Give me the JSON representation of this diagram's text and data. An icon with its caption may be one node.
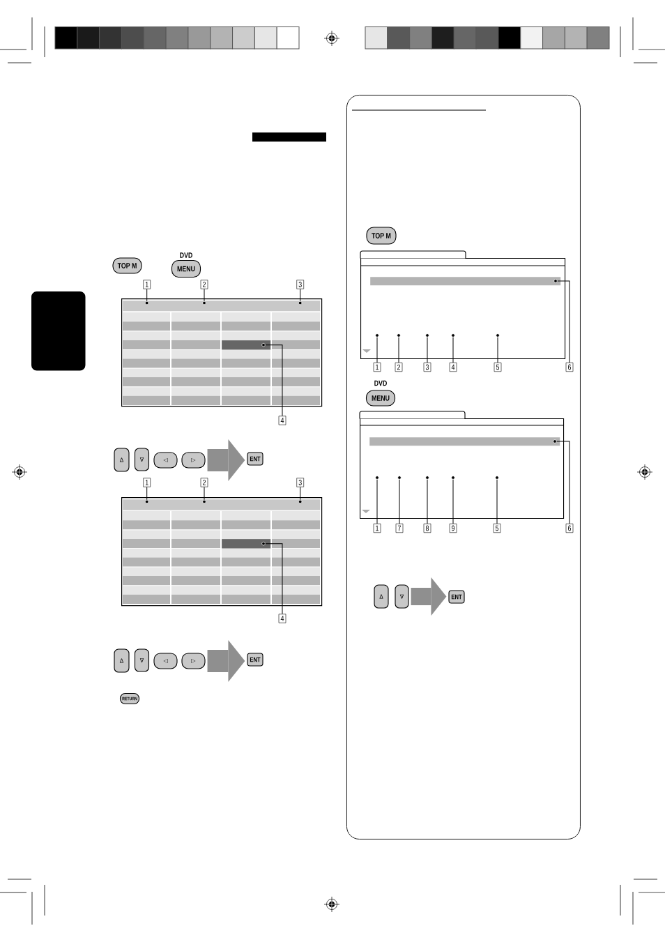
{
  "diagram": {
    "nodes": [
      {
        "text": [
          "TOP M"
        ]
      },
      {
        "text": [
          "DVD",
          "MENU"
        ]
      },
      {
        "text": [
          "1"
        ]
      },
      {
        "text": [
          "2"
        ]
      },
      {
        "text": [
          "3"
        ]
      },
      {
        "text": [],
        "shape": "box"
      },
      {
        "text": [],
        "shape": "bar",
        "in": 5
      },
      {
        "text": [],
        "shape": "bar",
        "in": 5
      },
      {
        "text": [
          "4"
        ]
      },
      {
        "text": [
          "Δ"
        ]
      },
      {
        "text": [
          "∇"
        ]
      },
      {
        "text": [
          "◁"
        ]
      },
      {
        "text": [
          "▷"
        ]
      },
      {
        "text": [
          "ENT"
        ]
      },
      {
        "text": [
          "1"
        ]
      },
      {
        "text": [
          "2"
        ]
      },
      {
        "text": [
          "3"
        ]
      },
      {
        "text": [],
        "shape": "box"
      },
      {
        "text": [],
        "shape": "bar",
        "in": 17
      },
      {
        "text": [],
        "shape": "bar",
        "in": 17
      },
      {
        "text": [
          "4"
        ]
      },
      {
        "text": [
          "Δ"
        ]
      },
      {
        "text": [
          "∇"
        ]
      },
      {
        "text": [
          "◁"
        ]
      },
      {
        "text": [
          "▷"
        ]
      },
      {
        "text": [
          "ENT"
        ]
      },
      {
        "text": [
          "RETURN"
        ]
      },
      {
        "text": [],
        "shape": "box"
      },
      {
        "text": [
          "TOP M"
        ],
        "in": 27
      },
      {
        "text": [],
        "shape": "box",
        "in": 27
      },
      {
        "text": [],
        "shape": "bar",
        "in": 29
      },
      {
        "text": [
          "1"
        ],
        "in": 27
      },
      {
        "text": [
          "2"
        ],
        "in": 27
      },
      {
        "text": [
          "3"
        ],
        "in": 27
      },
      {
        "text": [
          "4"
        ],
        "in": 27
      },
      {
        "text": [
          "5"
        ],
        "in": 27
      },
      {
        "text": [
          "6"
        ],
        "in": 27
      },
      {
        "text": [
          "DVD",
          "MENU"
        ],
        "in": 27
      },
      {
        "text": [],
        "shape": "box",
        "in": 27
      },
      {
        "text": [],
        "shape": "bar",
        "in": 38
      },
      {
        "text": [
          "1"
        ],
        "in": 27
      },
      {
        "text": [
          "7"
        ],
        "in": 27
      },
      {
        "text": [
          "8"
        ],
        "in": 27
      },
      {
        "text": [
          "9"
        ],
        "in": 27
      },
      {
        "text": [
          "5"
        ],
        "in": 27
      },
      {
        "text": [
          "6"
        ],
        "in": 27
      },
      {
        "text": [
          "Δ"
        ],
        "in": 27
      },
      {
        "text": [
          "∇"
        ],
        "in": 27
      },
      {
        "text": [
          "ENT"
        ],
        "in": 27
      },
      {
        "text": [],
        "shape": "box"
      },
      {
        "text": [],
        "shape": "circle",
        "in": 6
      },
      {
        "text": [],
        "shape": "circle",
        "in": 6
      },
      {
        "text": [],
        "shape": "circle",
        "in": 6
      },
      {
        "text": [],
        "shape": "circle",
        "in": 7
      },
      {
        "text": [],
        "shape": "circle",
        "in": 18
      },
      {
        "text": [],
        "shape": "circle",
        "in": 18
      },
      {
        "text": [],
        "shape": "circle",
        "in": 18
      },
      {
        "text": [],
        "shape": "circle",
        "in": 19
      },
      {
        "text": [],
        "shape": "circle",
        "in": 29
      },
      {
        "text": [],
        "shape": "circle",
        "in": 29
      },
      {
        "text": [],
        "shape": "circle",
        "in": 29
      },
      {
        "text": [],
        "shape": "circle",
        "in": 29
      },
      {
        "text": [],
        "shape": "circle",
        "in": 29
      },
      {
        "text": [],
        "shape": "circle",
        "in": 30
      },
      {
        "text": [],
        "shape": "circle",
        "in": 38
      },
      {
        "text": [],
        "shape": "circle",
        "in": 38
      },
      {
        "text": [],
        "shape": "circle",
        "in": 38
      },
      {
        "text": [],
        "shape": "circle",
        "in": 38
      },
      {
        "text": [],
        "shape": "circle",
        "in": 38
      },
      {
        "text": [],
        "shape": "circle",
        "in": 39
      }
    ],
    "edges": [
      {
        "from": 2,
        "to": 50,
        "arrow": "none"
      },
      {
        "from": 3,
        "to": 51,
        "arrow": "none"
      },
      {
        "from": 4,
        "to": 52,
        "arrow": "none"
      },
      {
        "from": 8,
        "to": 53,
        "arrow": "none"
      },
      {
        "from": 12,
        "to": 13,
        "arrow": "to",
        "style": "thick",
        "color": "#8f8f8f"
      },
      {
        "from": 14,
        "to": 54,
        "arrow": "none"
      },
      {
        "from": 15,
        "to": 55,
        "arrow": "none"
      },
      {
        "from": 16,
        "to": 56,
        "arrow": "none"
      },
      {
        "from": 20,
        "to": 57,
        "arrow": "none"
      },
      {
        "from": 24,
        "to": 25,
        "arrow": "to",
        "style": "thick",
        "color": "#8f8f8f"
      },
      {
        "from": 31,
        "to": 58,
        "arrow": "none"
      },
      {
        "from": 32,
        "to": 59,
        "arrow": "none"
      },
      {
        "from": 33,
        "to": 60,
        "arrow": "none"
      },
      {
        "from": 34,
        "to": 61,
        "arrow": "none"
      },
      {
        "from": 35,
        "to": 62,
        "arrow": "none"
      },
      {
        "from": 36,
        "to": 63,
        "arrow": "none"
      },
      {
        "from": 40,
        "to": 64,
        "arrow": "none"
      },
      {
        "from": 41,
        "to": 65,
        "arrow": "none"
      },
      {
        "from": 42,
        "to": 66,
        "arrow": "none"
      },
      {
        "from": 43,
        "to": 67,
        "arrow": "none"
      },
      {
        "from": 44,
        "to": 68,
        "arrow": "none"
      },
      {
        "from": 45,
        "to": 69,
        "arrow": "none"
      },
      {
        "from": 47,
        "to": 48,
        "arrow": "to",
        "style": "thick",
        "color": "#8f8f8f"
      }
    ]
  }
}
